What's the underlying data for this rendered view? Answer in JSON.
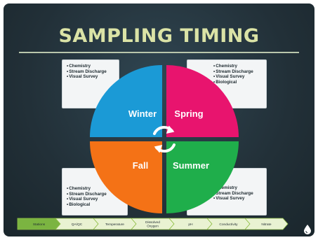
{
  "title": "SAMPLING TIMING",
  "seasons": [
    {
      "key": "winter",
      "label": "Winter",
      "color": "#1b9ad6",
      "items": [
        "Chemistry",
        "Stream Discharge",
        "Visual Survey"
      ]
    },
    {
      "key": "spring",
      "label": "Spring",
      "color": "#e8146e",
      "items": [
        "Chemistry",
        "Stream Discharge",
        "Visual Survey",
        "Biological"
      ]
    },
    {
      "key": "fall",
      "label": "Fall",
      "color": "#f47216",
      "items": [
        "Chemistry",
        "Stream Discharge",
        "Visual Survey",
        "Biological"
      ]
    },
    {
      "key": "summer",
      "label": "Summer",
      "color": "#1fae4b",
      "items": [
        "Chemistry",
        "Stream Discharge",
        "Visual Survey"
      ]
    }
  ],
  "process_steps": [
    {
      "label": "Stations",
      "active": true
    },
    {
      "label": "QA/QC",
      "active": false
    },
    {
      "label": "Temperature",
      "active": false
    },
    {
      "label": "Dissolved Oxygen",
      "lines": [
        "Dissolved",
        "Oxygen"
      ],
      "active": false
    },
    {
      "label": "pH",
      "active": false
    },
    {
      "label": "Conductivity",
      "active": false
    },
    {
      "label": "Nitrate",
      "active": false
    }
  ],
  "colors": {
    "step_active": "#7bb441",
    "step_inactive": "#e9f2d2",
    "step_border": "#8fbf45",
    "title": "#dbe3a6"
  },
  "icons": {
    "center": "cycle-arrows-icon",
    "corner": "water-drop-icon"
  }
}
